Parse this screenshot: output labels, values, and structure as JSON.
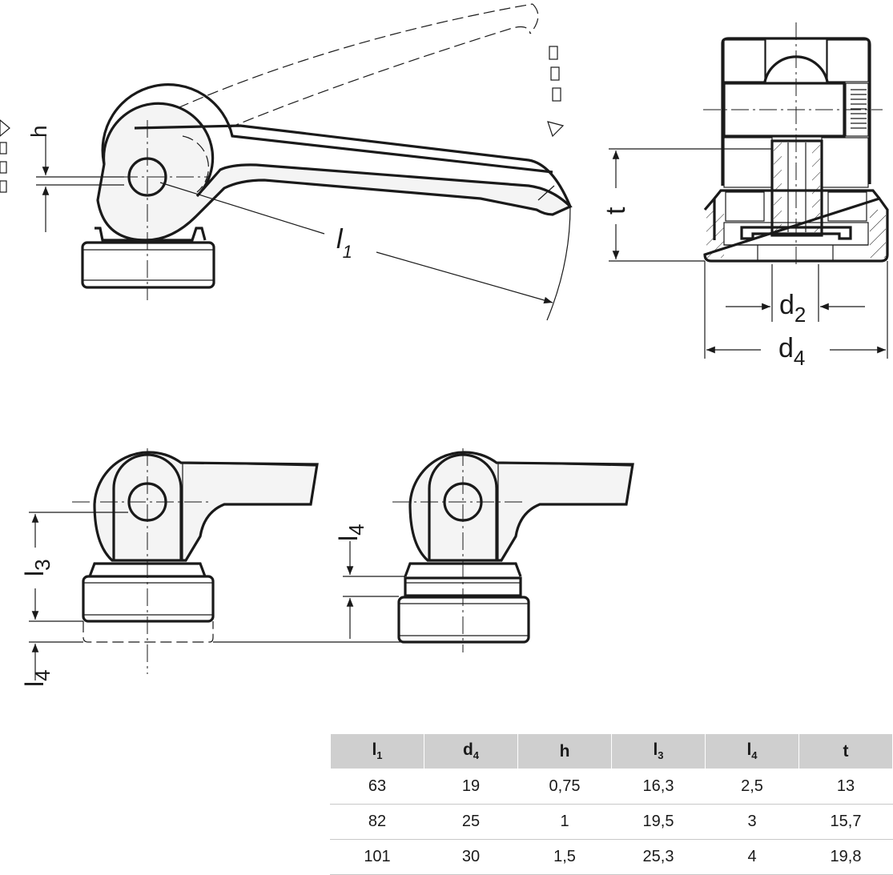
{
  "labels": {
    "h": "h",
    "l1_main": "l",
    "l1_sub": "1",
    "t": "t",
    "d2_main": "d",
    "d2_sub": "2",
    "d4_main": "d",
    "d4_sub": "4",
    "l3_main": "l",
    "l3_sub": "3",
    "l4a_main": "l",
    "l4a_sub": "4",
    "l4b_main": "l",
    "l4b_sub": "4"
  },
  "table": {
    "headers": [
      {
        "main": "l",
        "sub": "1"
      },
      {
        "main": "d",
        "sub": "4"
      },
      {
        "main": "h",
        "sub": ""
      },
      {
        "main": "l",
        "sub": "3"
      },
      {
        "main": "l",
        "sub": "4"
      },
      {
        "main": "t",
        "sub": ""
      }
    ],
    "rows": [
      [
        "63",
        "19",
        "0,75",
        "16,3",
        "2,5",
        "13"
      ],
      [
        "82",
        "25",
        "1",
        "19,5",
        "3",
        "15,7"
      ],
      [
        "101",
        "30",
        "1,5",
        "25,3",
        "4",
        "19,8"
      ]
    ]
  },
  "colors": {
    "line": "#1a1a1a",
    "header_bg": "#cfcfcf"
  }
}
